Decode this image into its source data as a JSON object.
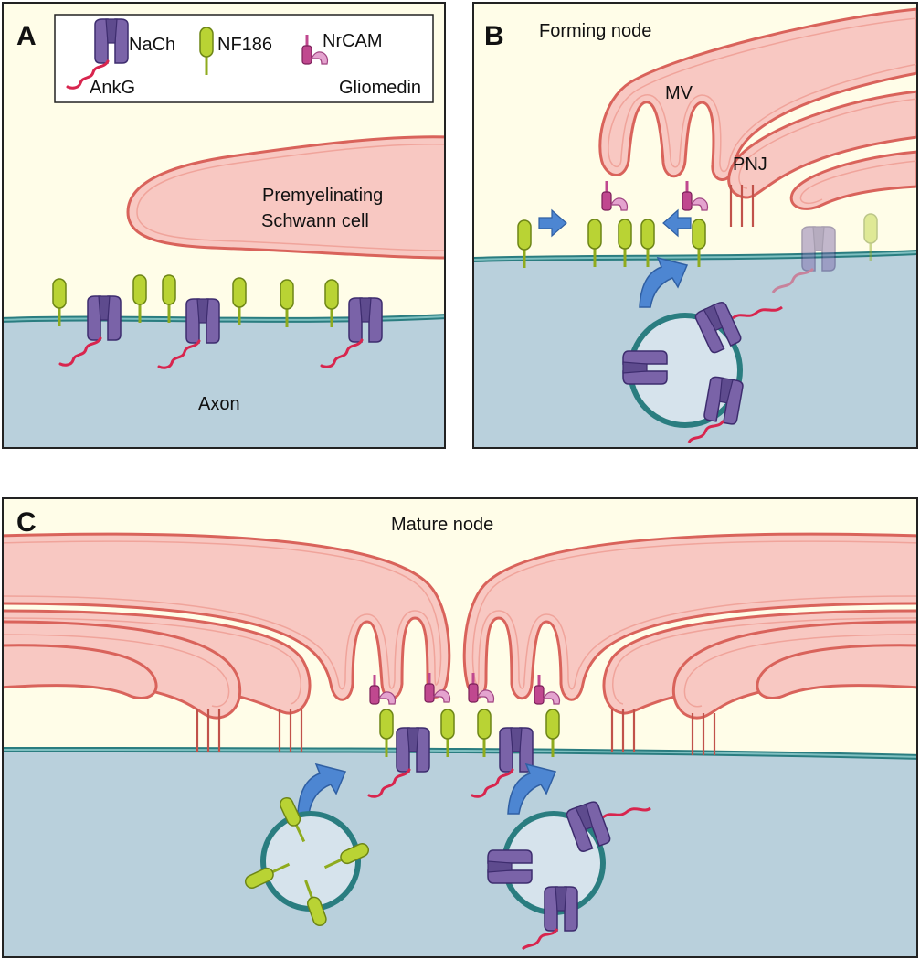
{
  "panels": {
    "a": {
      "letter": "A",
      "cell_label_line1": "Premyelinating",
      "cell_label_line2": "Schwann cell",
      "axon_label": "Axon"
    },
    "b": {
      "letter": "B",
      "title": "Forming node",
      "mv_label": "MV",
      "pnj_label": "PNJ"
    },
    "c": {
      "letter": "C",
      "title": "Mature node"
    }
  },
  "legend": {
    "nach": "NaCh",
    "ankg": "AnkG",
    "nf186": "NF186",
    "nrcam": "NrCAM",
    "gliomedin": "Gliomedin"
  },
  "colors": {
    "background": "#fffde8",
    "axon": "#b9d0dc",
    "membrane": "#2a7d80",
    "glia_fill": "#f8c8c2",
    "glia_stroke": "#d9635b",
    "nach": "#7a63a8",
    "nf186": "#b9d334",
    "nrcam": "#c0488f",
    "gliomedin": "#e4a3cf",
    "ankg": "#d8254e",
    "arrow": "#4d86d2",
    "vesicle_fill": "#d6e3ec"
  }
}
